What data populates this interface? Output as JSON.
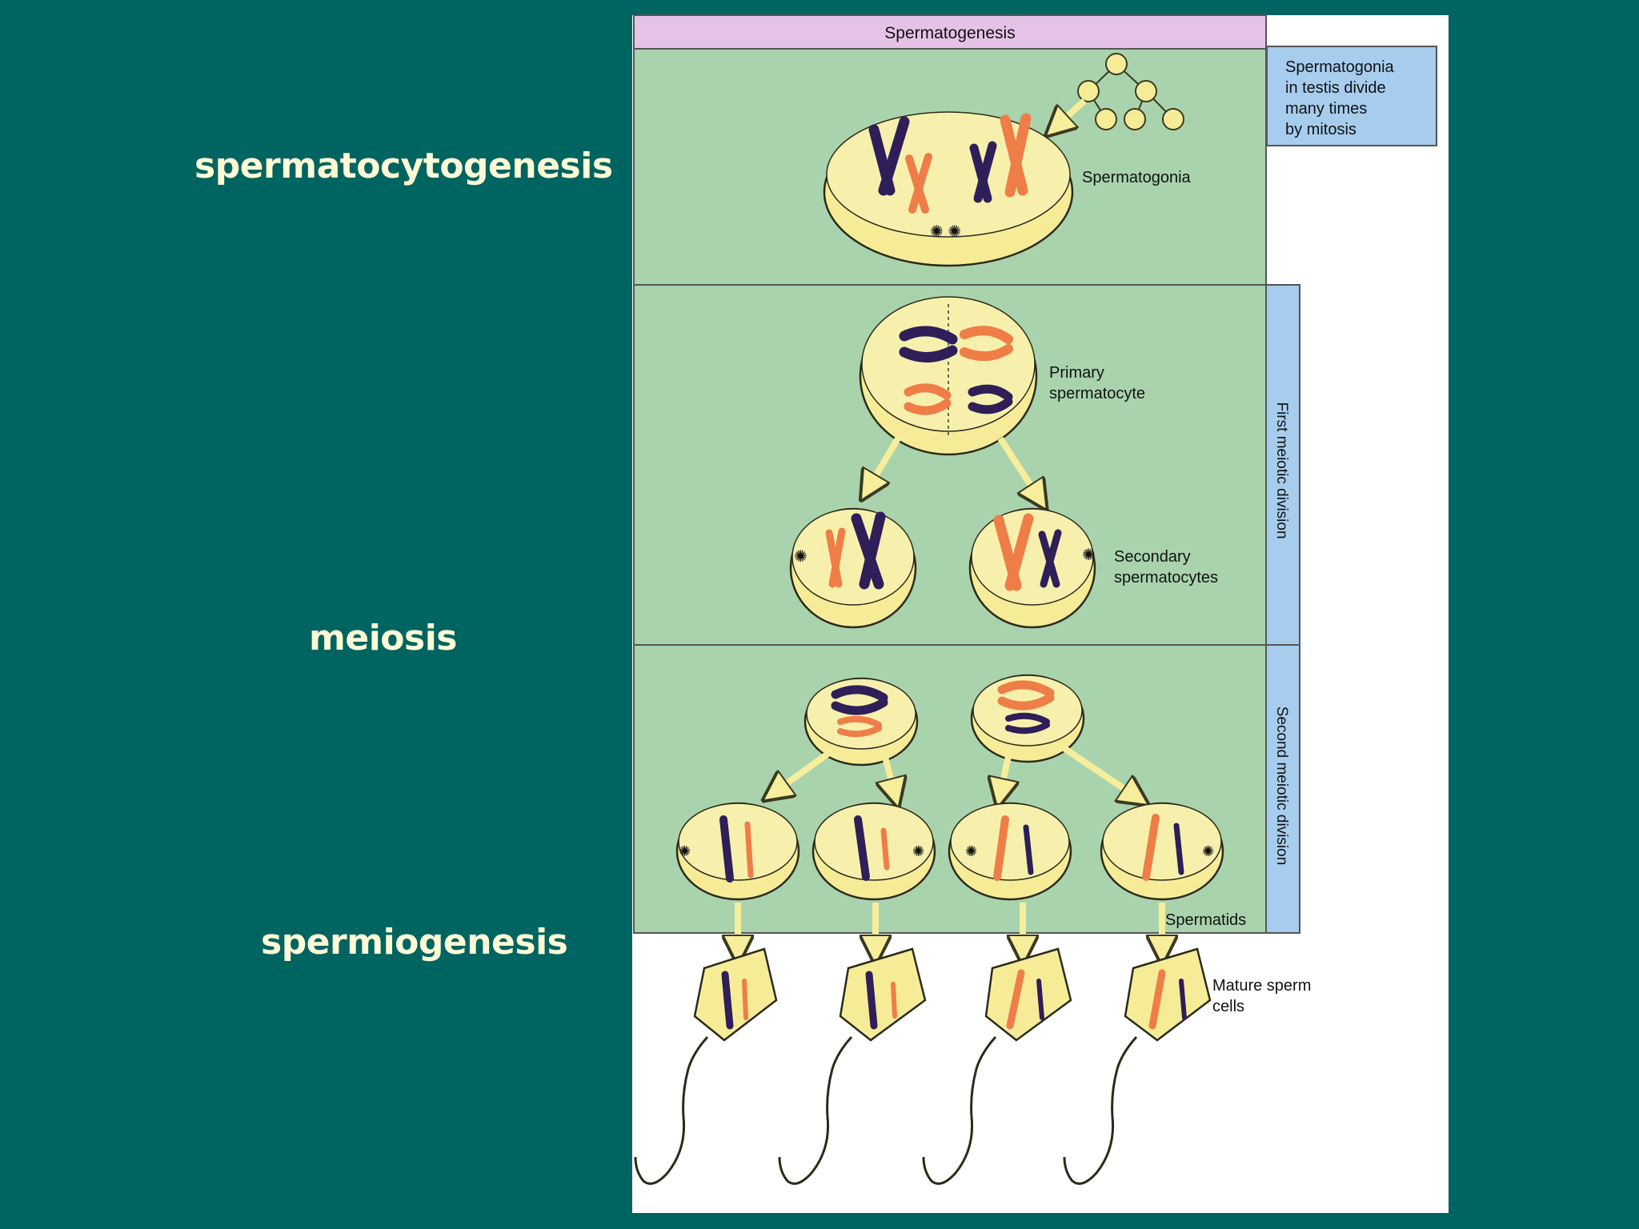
{
  "slide": {
    "background_color": "#006461",
    "side_labels": [
      "spermatocytogenesis",
      "meiosis",
      "spermiogenesis"
    ],
    "label_color": "#fffbd6"
  },
  "figure": {
    "header_title": "Spermatogenesis",
    "note_mitosis": [
      "Spermatogonia",
      "in testis divide",
      "many times",
      "by mitosis"
    ],
    "side_band_1": "First meiotic division",
    "side_band_2": "Second meiotic division",
    "labels": {
      "spermatogonia": "Spermatogonia",
      "primary": [
        "Primary",
        "spermatocyte"
      ],
      "secondary": [
        "Secondary",
        "spermatocytes"
      ],
      "spermatids": "Spermatids",
      "mature": [
        "Mature sperm",
        "cells"
      ]
    },
    "colors": {
      "panel_green": "#a9d3ad",
      "cell_yellow": "#f6ec98",
      "cell_outline": "#2b2b1a",
      "chromosome_dark": "#2f1e58",
      "chromosome_orange": "#ef7d47",
      "band_blue": "#a7cdee",
      "header_pink": "#e5c3e6"
    }
  }
}
